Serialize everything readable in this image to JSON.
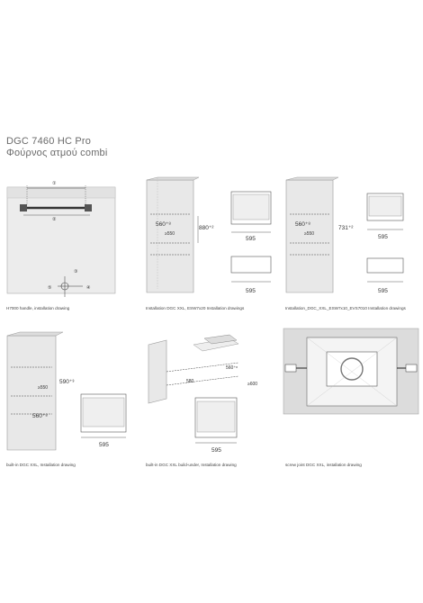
{
  "header": {
    "model": "DGC 7460 HC Pro",
    "subtitle": "Φούρνος ατμού combi"
  },
  "captions": {
    "handle": "H7000 handle, installation drawing",
    "esw7x20": "Installation DGC XXL, ESW7x20 Installation drawings",
    "esw7x10": "Installation_DGC_XXL_ESW7x10_EVS7010 Installation drawings",
    "builtin": "built-in DGC XXL, Installation drawing",
    "buildunder": "built-in DGC XXL build-under, Installation drawing",
    "screwjoint": "screw joint DGC XXL, installation drawing"
  },
  "dims": {
    "d595": "595",
    "d560": "560⁺⁸",
    "d880": "880⁺²",
    "d731": "731⁺²",
    "d550": "≥550",
    "d590": "590⁺³",
    "d600": "≥600",
    "d580": "580",
    "callouts": [
      "①",
      "②",
      "③",
      "④",
      "⑤"
    ]
  }
}
